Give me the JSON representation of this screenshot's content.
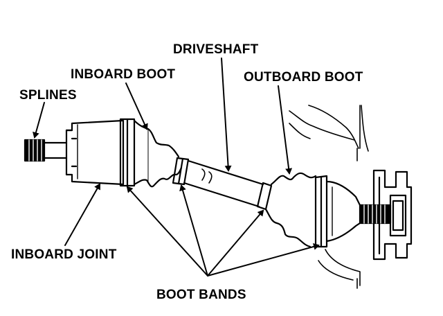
{
  "labels": {
    "splines": "SPLINES",
    "inboard_boot": "INBOARD BOOT",
    "driveshaft": "DRIVESHAFT",
    "outboard_boot": "OUTBOARD BOOT",
    "inboard_joint": "INBOARD JOINT",
    "boot_bands": "BOOT BANDS"
  },
  "colors": {
    "ink": "#000000",
    "paper": "#ffffff"
  }
}
